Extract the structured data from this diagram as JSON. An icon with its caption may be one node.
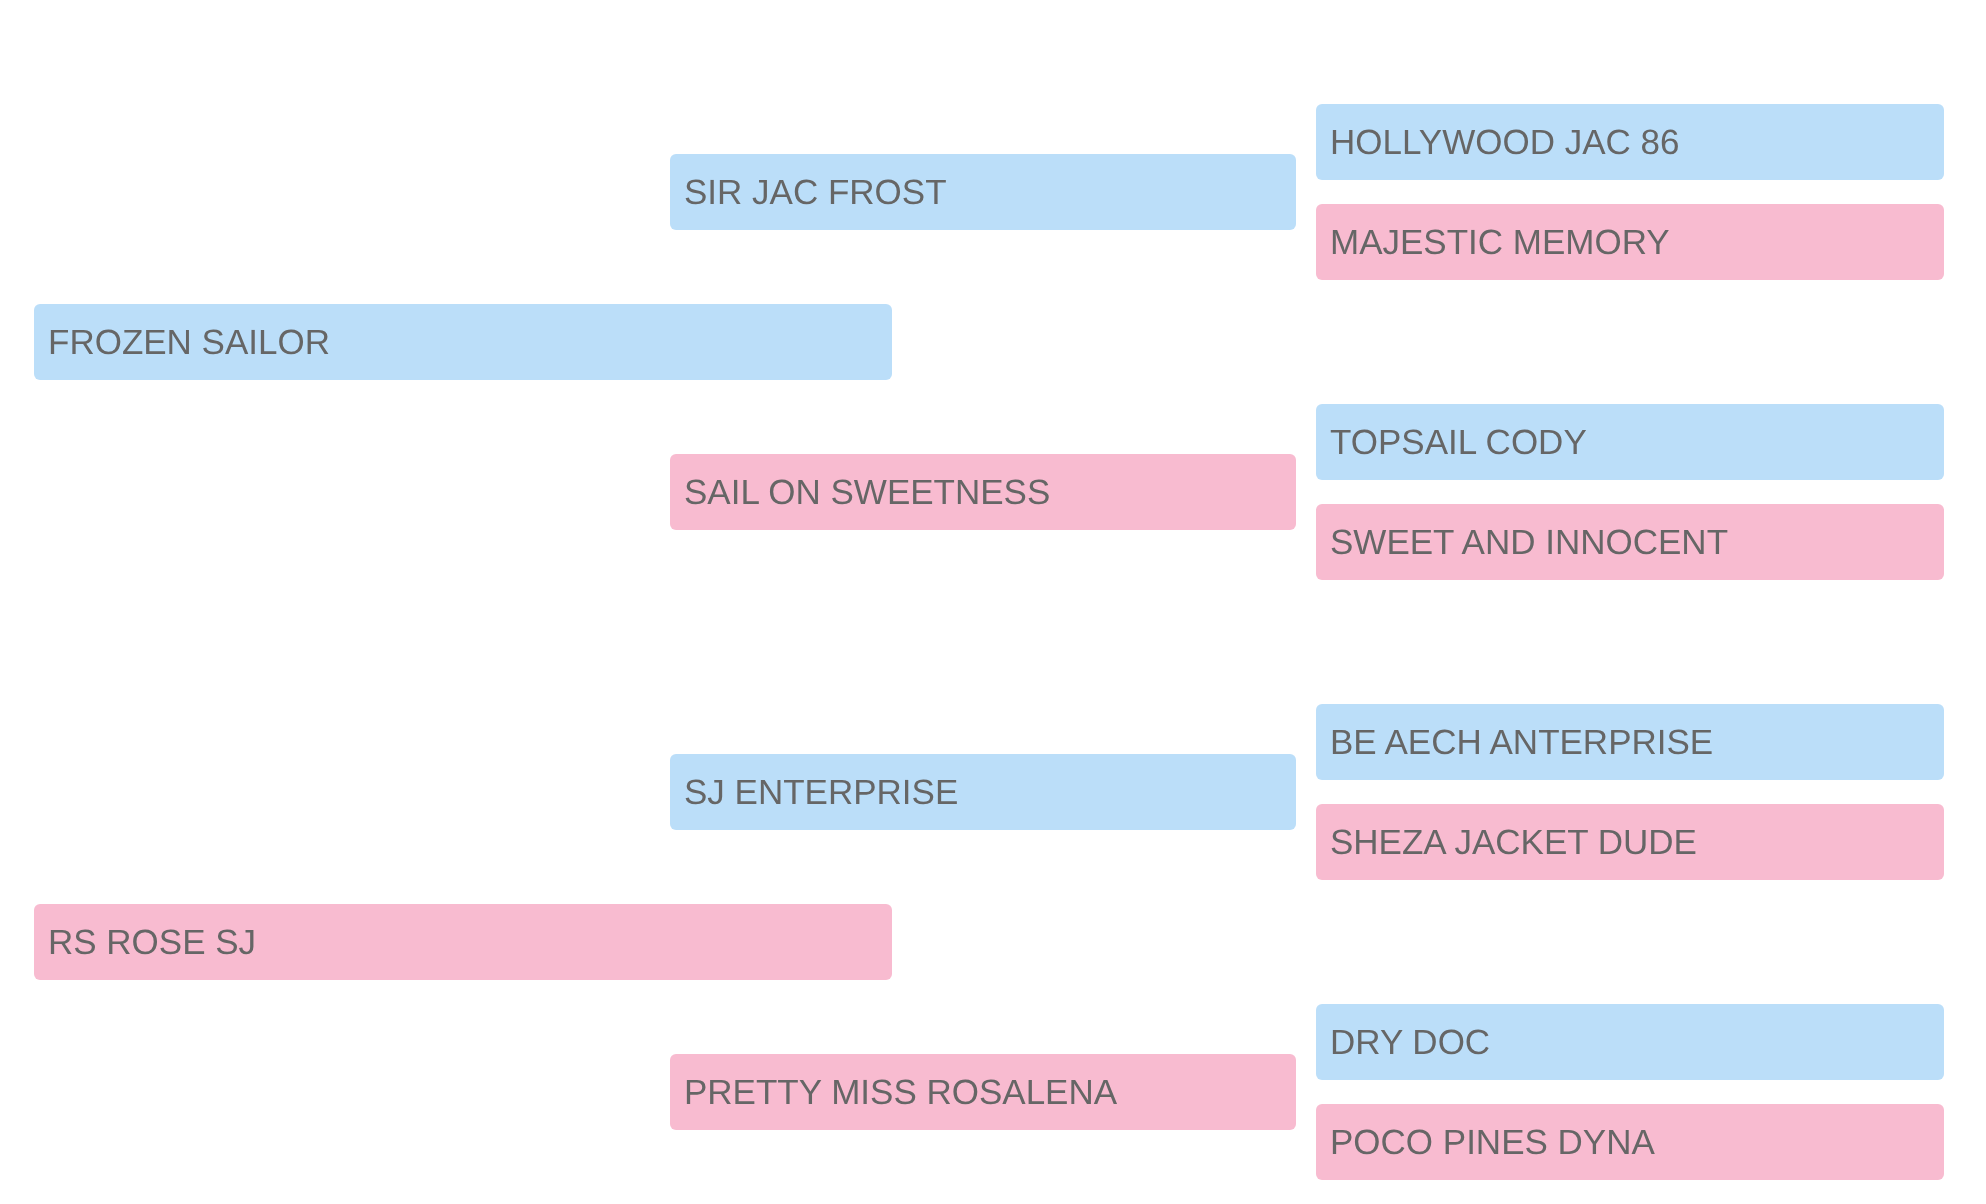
{
  "diagram": {
    "nodes": [
      {
        "text": [
          "FROZEN SAILOR"
        ]
      },
      {
        "text": [
          "SIR JAC FROST"
        ]
      },
      {
        "text": [
          "HOLLYWOOD JAC 86"
        ]
      },
      {
        "text": [
          "MAJESTIC MEMORY"
        ]
      },
      {
        "text": [
          "SAIL ON SWEETNESS"
        ]
      },
      {
        "text": [
          "TOPSAIL CODY"
        ]
      },
      {
        "text": [
          "SWEET AND INNOCENT"
        ]
      },
      {
        "text": [
          "RS ROSE SJ"
        ]
      },
      {
        "text": [
          "SJ ENTERPRISE"
        ]
      },
      {
        "text": [
          "BE AECH ANTERPRISE"
        ]
      },
      {
        "text": [
          "SHEZA JACKET DUDE"
        ]
      },
      {
        "text": [
          "PRETTY MISS ROSALENA"
        ]
      },
      {
        "text": [
          "DRY DOC"
        ]
      },
      {
        "text": [
          "POCO PINES DYNA"
        ]
      }
    ],
    "edges": []
  }
}
